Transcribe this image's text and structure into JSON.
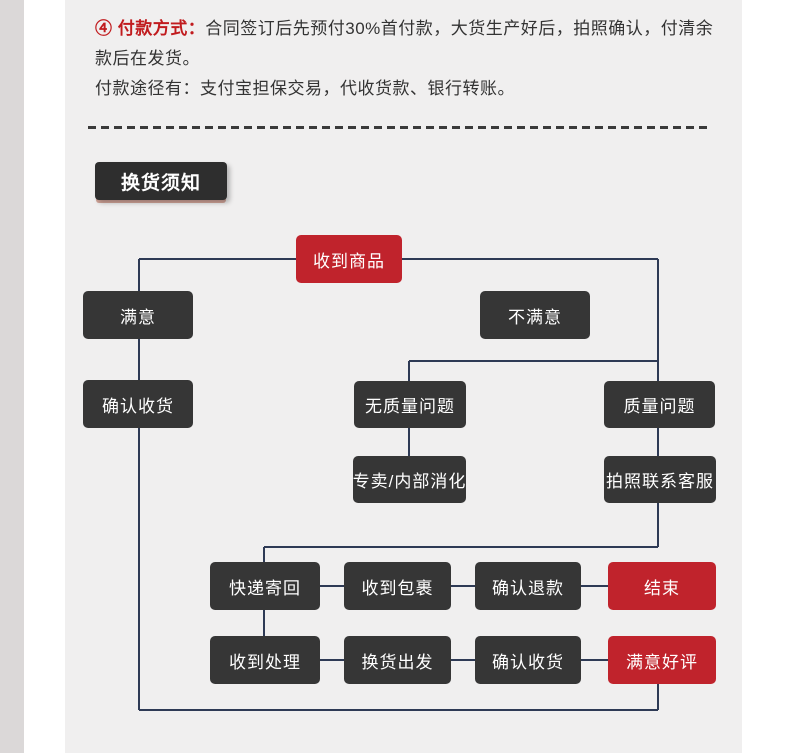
{
  "colors": {
    "accent_red": "#c0232c",
    "box_dark": "#363636",
    "line": "#2e3a55",
    "heading_red": "#c11b1e",
    "text": "#333333",
    "panel_bg": "#f0efef",
    "gutter_bg": "#dbd8d8",
    "badge_bg": "#2e2e2e"
  },
  "payment": {
    "label": "④ 付款方式：",
    "text": "合同签订后先预付30%首付款，大货生产好后，拍照确认，付清余款后在发货。",
    "methods": "付款途径有：支付宝担保交易，代收货款、银行转账。"
  },
  "notice": {
    "title": "换货须知"
  },
  "flowchart": {
    "nodes": {
      "receive_goods": {
        "label": "收到商品",
        "variant": "red"
      },
      "satisfied": {
        "label": "满意",
        "variant": "dark"
      },
      "unsatisfied": {
        "label": "不满意",
        "variant": "dark"
      },
      "confirm_receipt": {
        "label": "确认收货",
        "variant": "dark"
      },
      "no_quality_issue": {
        "label": "无质量问题",
        "variant": "dark"
      },
      "quality_issue": {
        "label": "质量问题",
        "variant": "dark"
      },
      "resell_internal": {
        "label": "专卖/内部消化",
        "variant": "dark"
      },
      "photo_service": {
        "label": "拍照联系客服",
        "variant": "dark"
      },
      "express_return": {
        "label": "快递寄回",
        "variant": "dark"
      },
      "receive_package": {
        "label": "收到包裹",
        "variant": "dark"
      },
      "confirm_refund": {
        "label": "确认退款",
        "variant": "dark"
      },
      "end": {
        "label": "结束",
        "variant": "red"
      },
      "receive_process": {
        "label": "收到处理",
        "variant": "dark"
      },
      "exchange_ship": {
        "label": "换货出发",
        "variant": "dark"
      },
      "confirm_receipt2": {
        "label": "确认收货",
        "variant": "dark"
      },
      "good_review": {
        "label": "满意好评",
        "variant": "red"
      }
    }
  }
}
